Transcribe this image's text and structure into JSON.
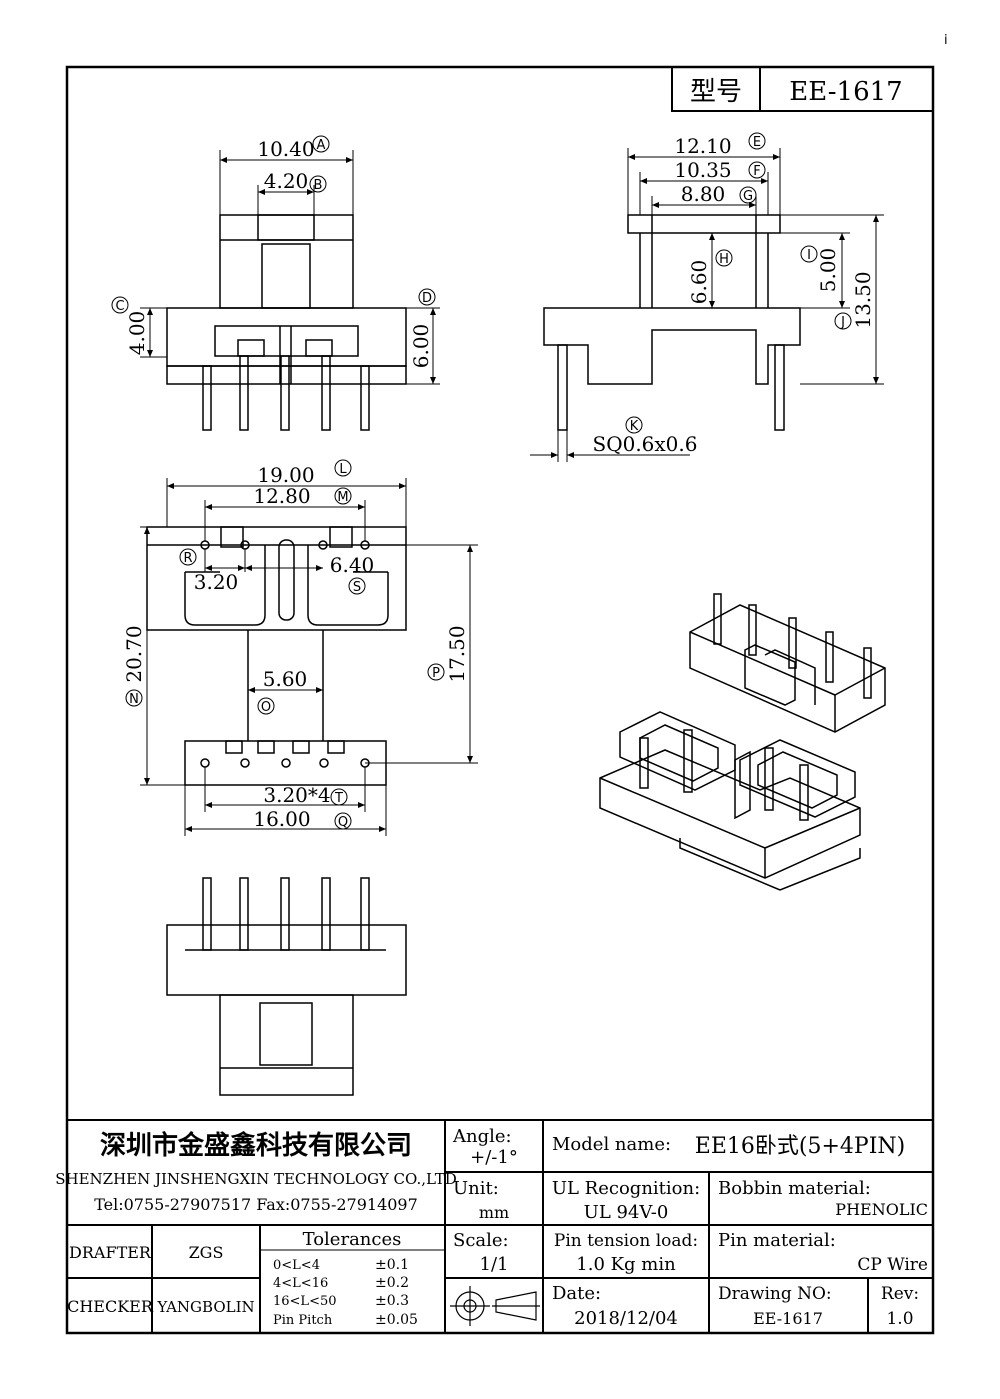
{
  "page_mark": "i",
  "header": {
    "model_label": "型号",
    "model_value": "EE-1617"
  },
  "dimensions": {
    "A": {
      "value": "10.40",
      "label": "A"
    },
    "B": {
      "value": "4.20",
      "label": "B"
    },
    "C": {
      "value": "4.00",
      "label": "C"
    },
    "D": {
      "value": "6.00",
      "label": "D"
    },
    "E": {
      "value": "12.10",
      "label": "E"
    },
    "F": {
      "value": "10.35",
      "label": "F"
    },
    "G": {
      "value": "8.80",
      "label": "G"
    },
    "H": {
      "value": "6.60",
      "label": "H"
    },
    "I": {
      "value": "5.00",
      "label": "I"
    },
    "J": {
      "value": "13.50",
      "label": "J"
    },
    "K": {
      "value": "SQ0.6x0.6",
      "label": "K"
    },
    "L": {
      "value": "19.00",
      "label": "L"
    },
    "M": {
      "value": "12.80",
      "label": "M"
    },
    "N": {
      "value": "20.70",
      "label": "N"
    },
    "O": {
      "value": "5.60",
      "label": "O"
    },
    "P": {
      "value": "17.50",
      "label": "P"
    },
    "Q": {
      "value": "16.00",
      "label": "Q"
    },
    "R": {
      "value": "3.20",
      "label": "R"
    },
    "S": {
      "value": "6.40",
      "label": "S"
    },
    "T": {
      "value": "3.20*4",
      "label": "T"
    }
  },
  "title_block": {
    "company_cn": "深圳市金盛鑫科技有限公司",
    "company_en": "SHENZHEN JINSHENGXIN TECHNOLOGY CO.,LTD",
    "contact": "Tel:0755-27907517  Fax:0755-27914097",
    "angle_label": "Angle:",
    "angle_value": "+/-1°",
    "model_name_label": "Model name:",
    "model_name_value": "EE16卧式(5+4PIN)",
    "unit_label": "Unit:",
    "unit_value": "mm",
    "ul_label": "UL Recognition:",
    "ul_value": "UL 94V-0",
    "bobbin_label": "Bobbin material:",
    "bobbin_value": "PHENOLIC",
    "drafter_label": "DRAFTER",
    "drafter_value": "ZGS",
    "tolerances_title": "Tolerances",
    "tolerances": [
      {
        "range": "0<L<4",
        "value": "±0.1"
      },
      {
        "range": "4<L<16",
        "value": "±0.2"
      },
      {
        "range": "16<L<50",
        "value": "±0.3"
      },
      {
        "range": "Pin Pitch",
        "value": "±0.05"
      }
    ],
    "scale_label": "Scale:",
    "scale_value": "1/1",
    "pin_tension_label": "Pin tension load:",
    "pin_tension_value": "1.0 Kg min",
    "pin_material_label": "Pin material:",
    "pin_material_value": "CP Wire",
    "checker_label": "CHECKER",
    "checker_value": "YANGBOLIN",
    "date_label": "Date:",
    "date_value": "2018/12/04",
    "drawing_no_label": "Drawing NO:",
    "drawing_no_value": "EE-1617",
    "rev_label": "Rev:",
    "rev_value": "1.0"
  }
}
